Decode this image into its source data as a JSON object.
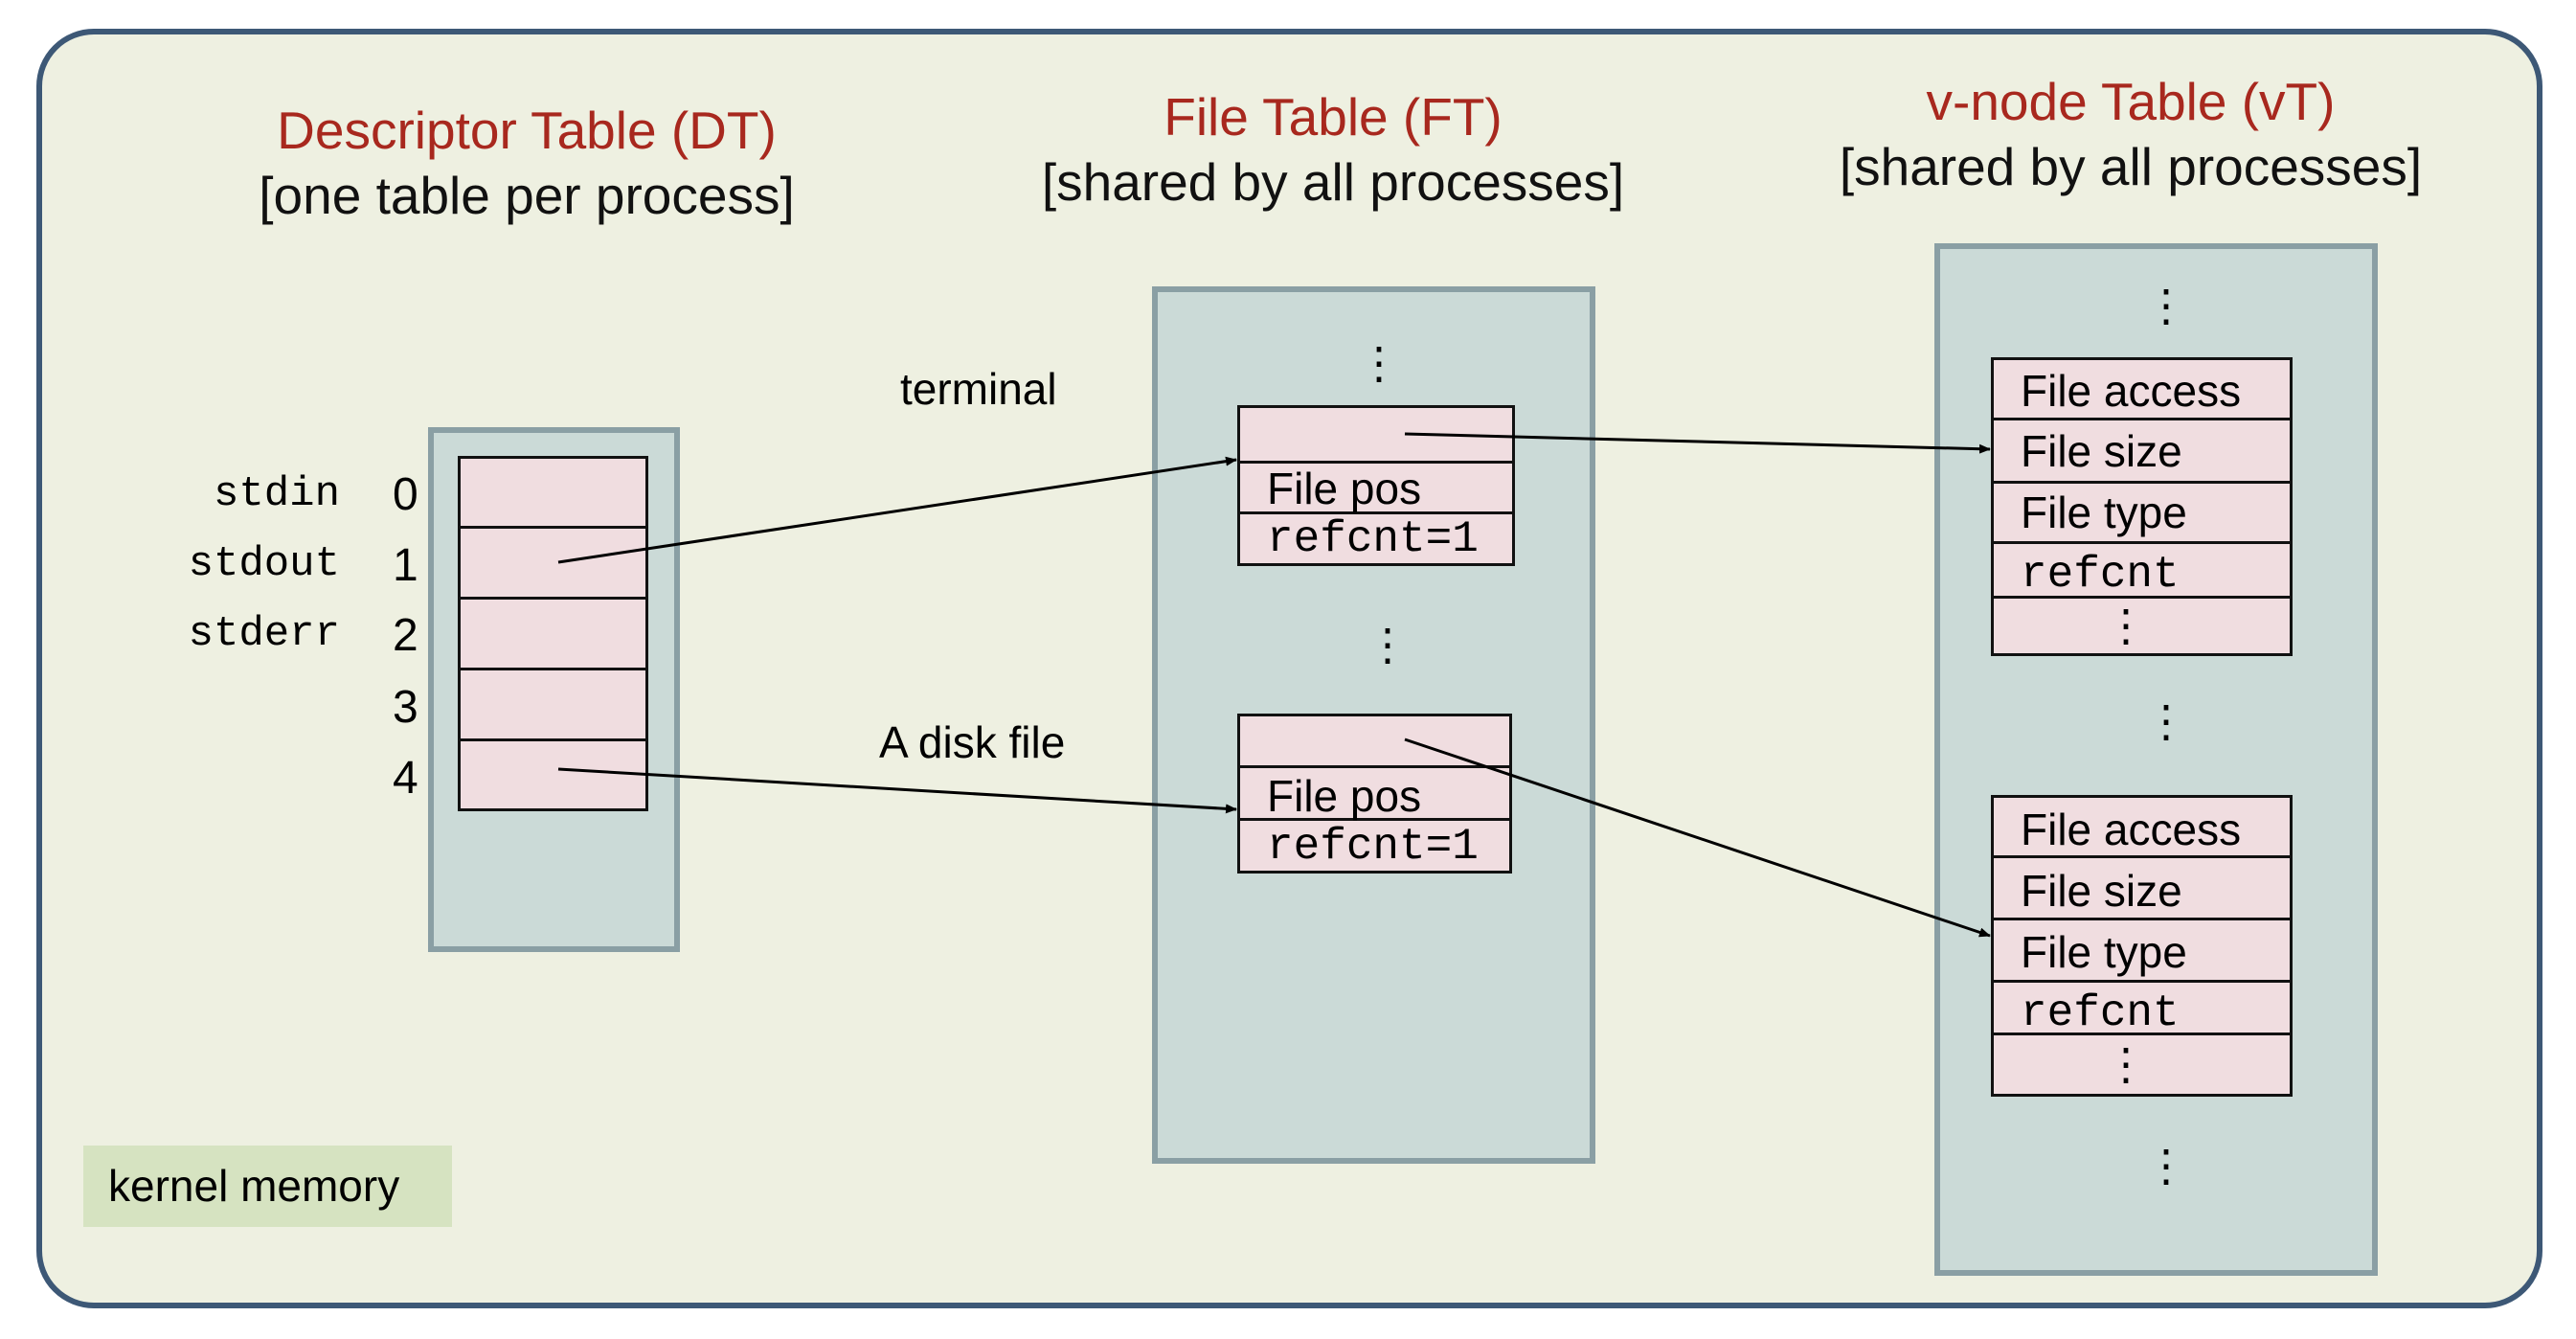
{
  "descriptor_table": {
    "title": "Descriptor Table (DT)",
    "subtitle": "[one table per process]",
    "rows": [
      {
        "name": "stdin",
        "index": "0"
      },
      {
        "name": "stdout",
        "index": "1"
      },
      {
        "name": "stderr",
        "index": "2"
      },
      {
        "name": "",
        "index": "3"
      },
      {
        "name": "",
        "index": "4"
      }
    ]
  },
  "file_table": {
    "title": "File Table (FT)",
    "subtitle": "[shared by all processes]",
    "entries": [
      {
        "pos_label": "File pos",
        "refcnt_label": "refcnt=1"
      },
      {
        "pos_label": "File pos",
        "refcnt_label": "refcnt=1"
      }
    ],
    "ellipsis": "⋮"
  },
  "vnode_table": {
    "title": "v-node Table (vT)",
    "subtitle": "[shared by all processes]",
    "entries": [
      {
        "fields": [
          "File access",
          "File size",
          "File type",
          "refcnt"
        ],
        "ellipsis": "⋮"
      },
      {
        "fields": [
          "File access",
          "File size",
          "File type",
          "refcnt"
        ],
        "ellipsis": "⋮"
      }
    ],
    "ellipsis": "⋮"
  },
  "edge_labels": {
    "terminal": "terminal",
    "disk": "A disk file"
  },
  "legend": {
    "kernel": "kernel memory"
  },
  "colors": {
    "panel_border": "#3d5876",
    "panel_fill": "#eef0e1",
    "column_fill": "#cbdad7",
    "column_border": "#8a9fa4",
    "cell_fill": "#f0dde0",
    "title_red": "#a8281e",
    "kernel_fill": "#d6e3c1"
  }
}
